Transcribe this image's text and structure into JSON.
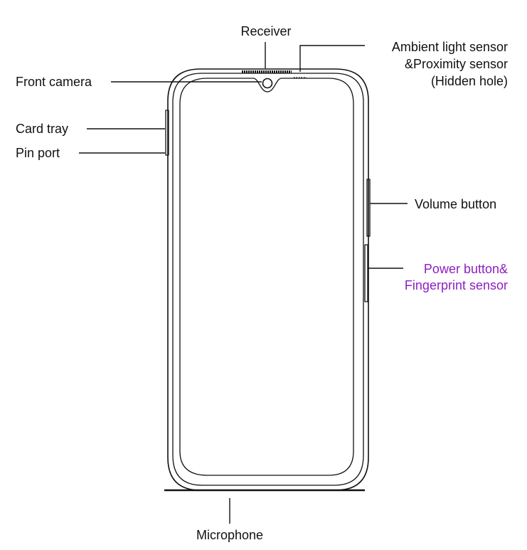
{
  "labels": {
    "receiver": "Receiver",
    "ambient_line1": "Ambient light sensor",
    "ambient_line2": "&Proximity sensor",
    "ambient_line3": "(Hidden hole)",
    "front_camera": "Front camera",
    "card_tray": "Card tray",
    "pin_port": "Pin port",
    "volume_button": "Volume button",
    "power_line1": "Power button&",
    "power_line2": "Fingerprint sensor",
    "microphone": "Microphone"
  },
  "colors": {
    "line": "#111111",
    "text": "#111111",
    "highlight": "#8e1fc0"
  }
}
